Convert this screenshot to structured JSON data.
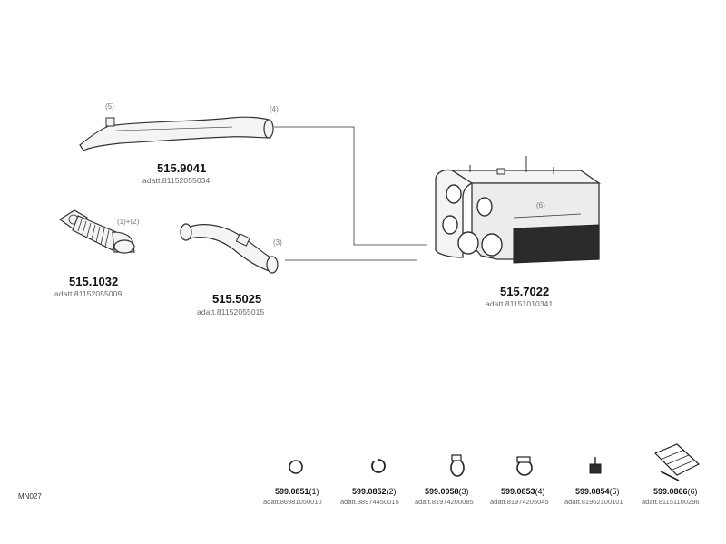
{
  "parts": {
    "downpipe_long": {
      "number": "515.9041",
      "ref": "adatt.81152055034",
      "callout_a": "(5)",
      "callout_b": "(4)"
    },
    "flex_pipe": {
      "number": "515.1032",
      "ref": "adatt.81152055009",
      "callout": "(1)+(2)"
    },
    "bend_pipe": {
      "number": "515.5025",
      "ref": "adatt.81152055015",
      "callout": "(3)"
    },
    "silencer": {
      "number": "515.7022",
      "ref": "adatt.81151010341",
      "callout": "(6)"
    }
  },
  "accessories": [
    {
      "number": "599.0851",
      "qty": "(1)",
      "ref": "adatt.86981050010"
    },
    {
      "number": "599.0852",
      "qty": "(2)",
      "ref": "adatt.88974450015"
    },
    {
      "number": "599.0058",
      "qty": "(3)",
      "ref": "adatt.81974200085"
    },
    {
      "number": "599.0853",
      "qty": "(4)",
      "ref": "adatt.81974205045"
    },
    {
      "number": "599.0854",
      "qty": "(5)",
      "ref": "adatt.81962100101"
    },
    {
      "number": "599.0866",
      "qty": "(6)",
      "ref": "adatt.81151100296"
    }
  ],
  "diagram_code": "MN027"
}
